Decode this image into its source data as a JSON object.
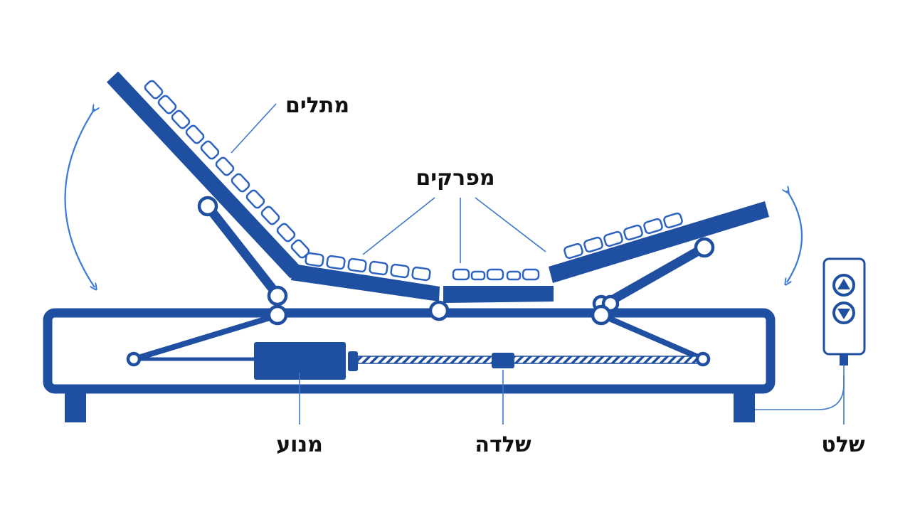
{
  "labels": {
    "slats": "מתלים",
    "joints": "מפרקים",
    "motor": "מנוע",
    "frame": "שלדה",
    "remote": "שלט"
  },
  "colors": {
    "frame": "#1f4fa0",
    "accent": "#3a7ad8",
    "background": "#ffffff"
  },
  "icons": {
    "remote_up": "triangle-up-icon",
    "remote_down": "triangle-down-icon"
  }
}
